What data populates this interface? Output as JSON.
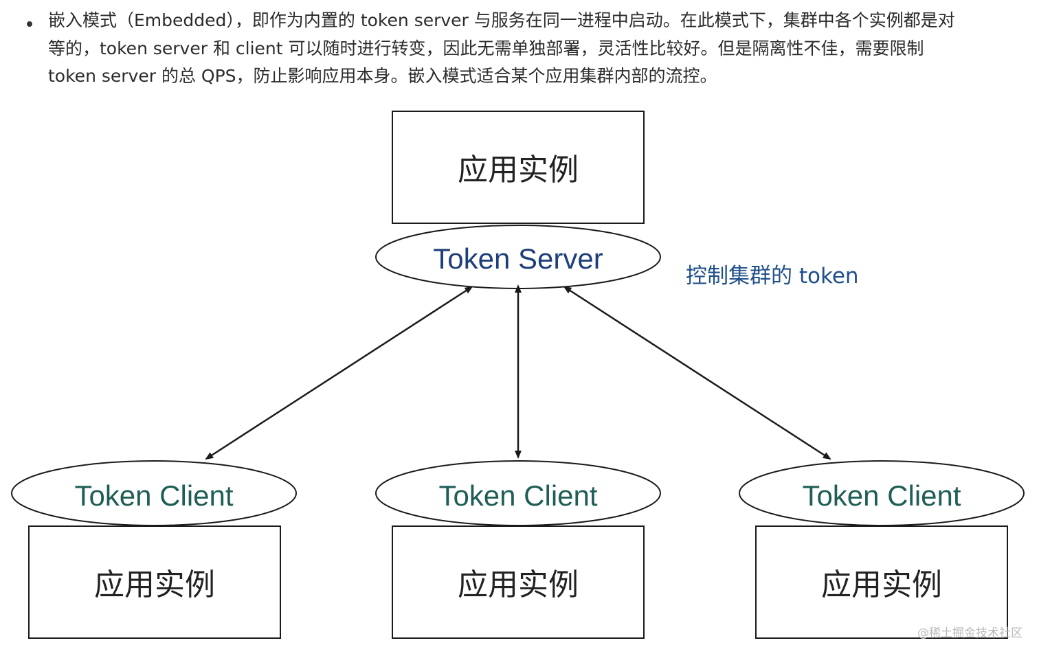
{
  "paragraph": {
    "line1": "嵌入模式（Embedded），即作为内置的 token server 与服务在同一进程中启动。在此模式下，集群中各个实例都是对",
    "line2": "等的，token server 和 client 可以随时进行转变，因此无需单独部署，灵活性比较好。但是隔离性不佳，需要限制",
    "line3": "token server 的总 QPS，防止影响应用本身。嵌入模式适合某个应用集群内部的流控。"
  },
  "diagram": {
    "top_instance_label": "应用实例",
    "server_label": "Token Server",
    "server_note": "控制集群的 token",
    "clients": [
      {
        "client_label": "Token Client",
        "instance_label": "应用实例"
      },
      {
        "client_label": "Token Client",
        "instance_label": "应用实例"
      },
      {
        "client_label": "Token Client",
        "instance_label": "应用实例"
      }
    ]
  },
  "colors": {
    "server_text": "#1f3f7a",
    "client_text": "#1e5e55",
    "note_text": "#1f4f8a",
    "box_text": "#222222",
    "lines": "#1a1a1a"
  },
  "watermark": "@稀土掘金技术社区"
}
